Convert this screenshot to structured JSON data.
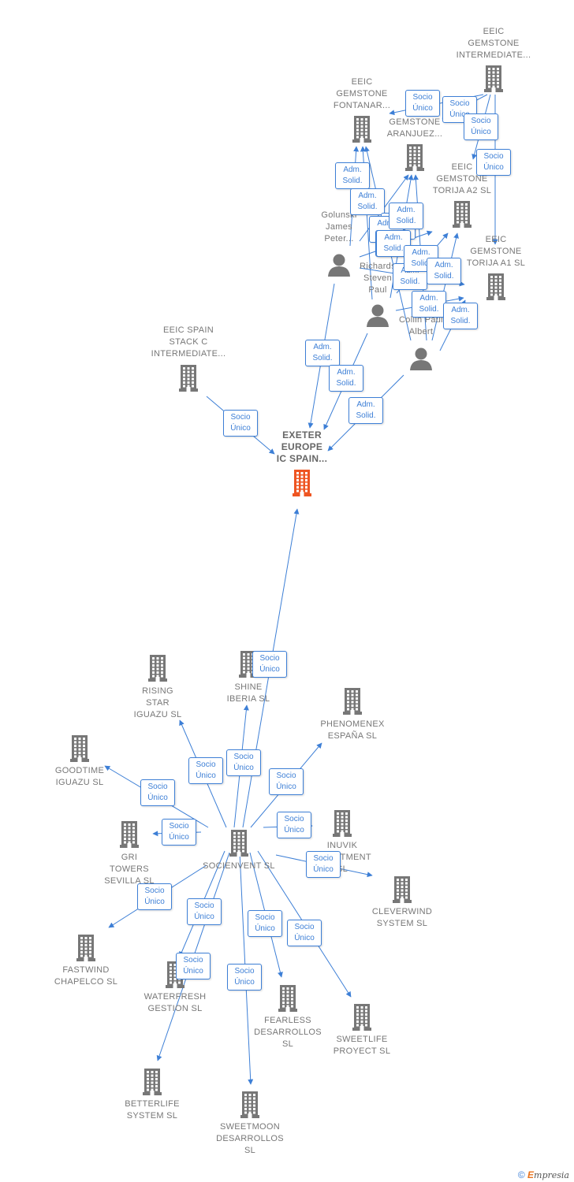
{
  "colors": {
    "edge": "#3d7fd6",
    "company": "#777777",
    "focus": "#ee5522",
    "person": "#777777"
  },
  "nodes": [
    {
      "id": "exeter",
      "type": "company",
      "focus": true,
      "label": [
        "EXETER",
        "EUROPE",
        "IC SPAIN..."
      ]
    },
    {
      "id": "eeic_stack_c",
      "type": "company",
      "label": [
        "EEIC SPAIN",
        "STACK C",
        "INTERMEDIATE..."
      ]
    },
    {
      "id": "eeic_intermediate",
      "type": "company",
      "label": [
        "EEIC",
        "GEMSTONE",
        "INTERMEDIATE..."
      ]
    },
    {
      "id": "eeic_fontanar",
      "type": "company",
      "label": [
        "EEIC",
        "GEMSTONE",
        "FONTANAR..."
      ]
    },
    {
      "id": "gemstone_aranjuez",
      "type": "company",
      "label": [
        "GEMSTONE",
        "ARANJUEZ..."
      ]
    },
    {
      "id": "eeic_torija_a2",
      "type": "company",
      "label": [
        "EEIC",
        "GEMSTONE",
        "TORIJA A2  SL"
      ]
    },
    {
      "id": "eeic_torija_a1",
      "type": "company",
      "label": [
        "EEIC",
        "GEMSTONE",
        "TORIJA A1  SL"
      ]
    },
    {
      "id": "golunski",
      "type": "person",
      "label": [
        "Golunski",
        "James",
        "Peter..."
      ]
    },
    {
      "id": "richards",
      "type": "person",
      "label": [
        "Richards",
        "Steven",
        "Paul"
      ]
    },
    {
      "id": "collin",
      "type": "person",
      "label": [
        "Collin Paul",
        "Albert"
      ]
    },
    {
      "id": "socienvent",
      "type": "company",
      "label": [
        "SOCIENVENT SL"
      ]
    },
    {
      "id": "rising_star",
      "type": "company",
      "label": [
        "RISING",
        "STAR",
        "IGUAZU SL"
      ]
    },
    {
      "id": "shine_iberia",
      "type": "company",
      "label": [
        "SHINE",
        "IBERIA  SL"
      ]
    },
    {
      "id": "phenomenex",
      "type": "company",
      "label": [
        "PHENOMENEX",
        "ESPAÑA  SL"
      ]
    },
    {
      "id": "goodtime",
      "type": "company",
      "label": [
        "GOODTIME",
        "IGUAZU  SL"
      ]
    },
    {
      "id": "gri_towers",
      "type": "company",
      "label": [
        "GRI",
        "TOWERS",
        "SEVILLA  SL"
      ]
    },
    {
      "id": "inuvik",
      "type": "company",
      "label": [
        "INUVIK",
        "INVESTMENT",
        "SL"
      ]
    },
    {
      "id": "cleverwind",
      "type": "company",
      "label": [
        "CLEVERWIND",
        "SYSTEM  SL"
      ]
    },
    {
      "id": "fastwind",
      "type": "company",
      "label": [
        "FASTWIND",
        "CHAPELCO  SL"
      ]
    },
    {
      "id": "waterfresh",
      "type": "company",
      "label": [
        "WATERFRESH",
        "GESTION  SL"
      ]
    },
    {
      "id": "fearless",
      "type": "company",
      "label": [
        "FEARLESS",
        "DESARROLLOS",
        "SL"
      ]
    },
    {
      "id": "sweetlife",
      "type": "company",
      "label": [
        "SWEETLIFE",
        "PROYECT  SL"
      ]
    },
    {
      "id": "betterlife",
      "type": "company",
      "label": [
        "BETTERLIFE",
        "SYSTEM  SL"
      ]
    },
    {
      "id": "sweetmoon",
      "type": "company",
      "label": [
        "SWEETMOON",
        "DESARROLLOS",
        "SL"
      ]
    }
  ],
  "edges": [
    {
      "from": "eeic_stack_c",
      "to": "exeter",
      "label": [
        "Socio",
        "Único"
      ]
    },
    {
      "from": "golunski",
      "to": "exeter",
      "label": [
        "Adm.",
        "Solid."
      ]
    },
    {
      "from": "richards",
      "to": "exeter",
      "label": [
        "Adm.",
        "Solid."
      ]
    },
    {
      "from": "collin",
      "to": "exeter",
      "label": [
        "Adm.",
        "Solid."
      ]
    },
    {
      "from": "socienvent",
      "to": "exeter",
      "label": [
        "Socio",
        "Único"
      ]
    },
    {
      "from": "eeic_intermediate",
      "to": "eeic_fontanar",
      "label": [
        "Socio",
        "Único"
      ]
    },
    {
      "from": "eeic_intermediate",
      "to": "gemstone_aranjuez",
      "label": [
        "Socio",
        "Único"
      ]
    },
    {
      "from": "eeic_intermediate",
      "to": "eeic_torija_a2",
      "label": [
        "Socio",
        "Único"
      ]
    },
    {
      "from": "eeic_intermediate",
      "to": "eeic_torija_a1",
      "label": [
        "Socio",
        "Único"
      ]
    },
    {
      "from": "golunski",
      "to": "eeic_fontanar",
      "label": [
        "Adm.",
        "Solid."
      ]
    },
    {
      "from": "richards",
      "to": "eeic_fontanar",
      "label": [
        "Adm.",
        "Solid."
      ]
    },
    {
      "from": "collin",
      "to": "eeic_fontanar",
      "label": [
        "Adm.",
        "Solid."
      ]
    },
    {
      "from": "golunski",
      "to": "gemstone_aranjuez",
      "label": [
        "Adm.",
        "Solid."
      ]
    },
    {
      "from": "richards",
      "to": "gemstone_aranjuez",
      "label": [
        "Adm.",
        "Solid."
      ]
    },
    {
      "from": "collin",
      "to": "gemstone_aranjuez",
      "label": [
        "Adm.",
        "Solid."
      ]
    },
    {
      "from": "golunski",
      "to": "eeic_torija_a2",
      "label": [
        "Adm.",
        "Solid."
      ]
    },
    {
      "from": "richards",
      "to": "eeic_torija_a2",
      "label": [
        "Adm.",
        "Solid."
      ]
    },
    {
      "from": "collin",
      "to": "eeic_torija_a2",
      "label": [
        "Adm.",
        "Solid."
      ]
    },
    {
      "from": "golunski",
      "to": "eeic_torija_a1",
      "label": [
        "Adm.",
        "Solid."
      ]
    },
    {
      "from": "richards",
      "to": "eeic_torija_a1",
      "label": [
        "Adm.",
        "Solid."
      ]
    },
    {
      "from": "collin",
      "to": "eeic_torija_a1",
      "label": [
        "Adm.",
        "Solid."
      ]
    },
    {
      "from": "socienvent",
      "to": "rising_star",
      "label": [
        "Socio",
        "Único"
      ]
    },
    {
      "from": "socienvent",
      "to": "shine_iberia",
      "label": [
        "Socio",
        "Único"
      ]
    },
    {
      "from": "socienvent",
      "to": "phenomenex",
      "label": [
        "Socio",
        "Único"
      ]
    },
    {
      "from": "socienvent",
      "to": "goodtime",
      "label": [
        "Socio",
        "Único"
      ]
    },
    {
      "from": "socienvent",
      "to": "gri_towers",
      "label": [
        "Socio",
        "Único"
      ]
    },
    {
      "from": "socienvent",
      "to": "inuvik",
      "label": [
        "Socio",
        "Único"
      ]
    },
    {
      "from": "socienvent",
      "to": "cleverwind",
      "label": [
        "Socio",
        "Único"
      ]
    },
    {
      "from": "socienvent",
      "to": "fastwind",
      "label": [
        "Socio",
        "Único"
      ]
    },
    {
      "from": "socienvent",
      "to": "waterfresh",
      "label": [
        "Socio",
        "Único"
      ]
    },
    {
      "from": "socienvent",
      "to": "fearless",
      "label": [
        "Socio",
        "Único"
      ]
    },
    {
      "from": "socienvent",
      "to": "sweetlife",
      "label": [
        "Socio",
        "Único"
      ]
    },
    {
      "from": "socienvent",
      "to": "betterlife",
      "label": [
        "Socio",
        "Único"
      ]
    },
    {
      "from": "socienvent",
      "to": "sweetmoon",
      "label": [
        "Socio",
        "Único"
      ]
    }
  ],
  "footer": {
    "copyright": "©",
    "brand_initial": "E",
    "brand_rest": "mpresia"
  }
}
